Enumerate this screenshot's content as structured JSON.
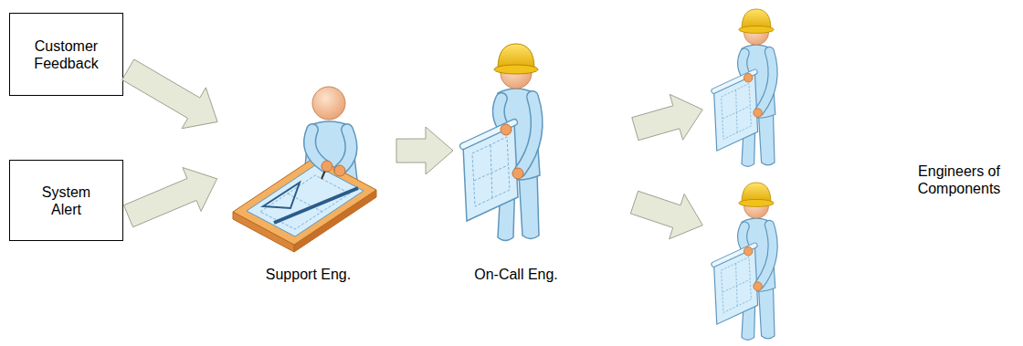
{
  "diagram": {
    "nodes": [
      {
        "text": [
          "Customer Feedback"
        ]
      },
      {
        "text": [
          "System Alert"
        ]
      },
      {
        "text": [
          "Support Eng."
        ]
      },
      {
        "text": [
          "On-Call Eng."
        ]
      },
      {
        "text": [
          "Engineers of Components"
        ]
      },
      {
        "text": [],
        "in": 4
      },
      {
        "text": [],
        "in": 4
      }
    ],
    "edges": [
      {
        "from": 0,
        "to": 2,
        "arrow": "to"
      },
      {
        "from": 1,
        "to": 2,
        "arrow": "to"
      },
      {
        "from": 2,
        "to": 3,
        "arrow": "to"
      },
      {
        "from": 3,
        "to": 5,
        "arrow": "to"
      },
      {
        "from": 3,
        "to": 6,
        "arrow": "to"
      }
    ]
  }
}
